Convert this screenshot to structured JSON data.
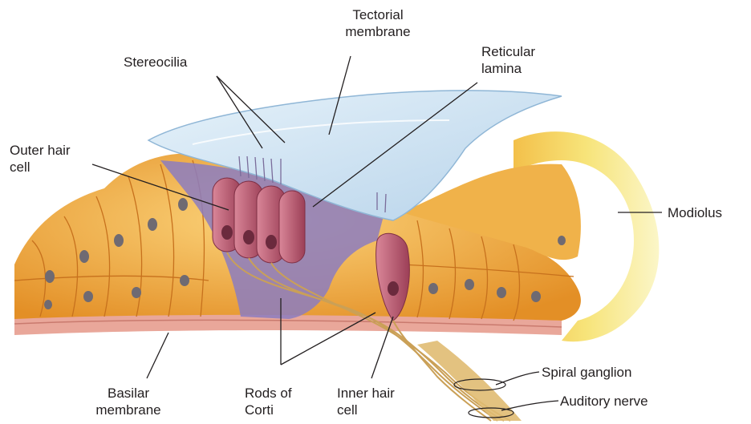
{
  "labels": {
    "stereocilia": "Stereocilia",
    "tectorial_membrane": [
      "Tectorial",
      "membrane"
    ],
    "reticular_lamina": [
      "Reticular",
      "lamina"
    ],
    "outer_hair_cell": [
      "Outer hair",
      "cell"
    ],
    "modiolus": "Modiolus",
    "basilar_membrane": [
      "Basilar",
      "membrane"
    ],
    "rods_of_corti": [
      "Rods of",
      "Corti"
    ],
    "inner_hair_cell": [
      "Inner hair",
      "cell"
    ],
    "spiral_ganglion": "Spiral ganglion",
    "auditory_nerve": "Auditory nerve"
  },
  "colors": {
    "supporting_cells": "#f2a93b",
    "hair_cells": "#b5546a",
    "tectorial_membrane": "#c9dff0",
    "reticular_lamina": "#7d6fb4",
    "basilar_membrane": "#e9a79a",
    "modiolus": "#f6ea7a",
    "nerve_fibers": "#d9b36a",
    "leader_lines": "#231f20"
  }
}
